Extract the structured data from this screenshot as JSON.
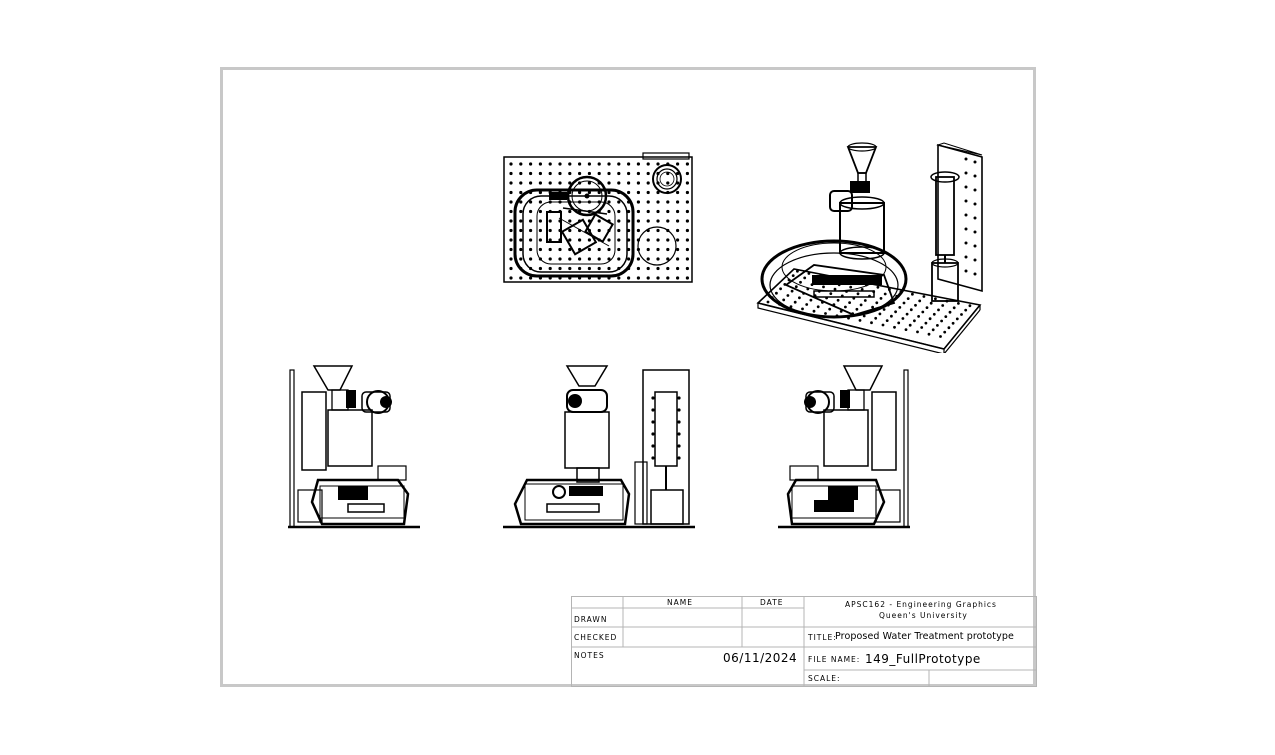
{
  "title_block": {
    "col_name": "NAME",
    "col_date": "DATE",
    "row_drawn": "DRAWN",
    "row_checked": "CHECKED",
    "row_notes": "NOTES",
    "date_value": "06/11/2024",
    "course": "APSC162 - Engineering Graphics",
    "university": "Queen's University",
    "title_label": "TITLE:",
    "title_value": "Proposed Water Treatment prototype",
    "file_label": "FILE NAME:",
    "file_value": "149_FullPrototype",
    "scale_label": "SCALE:"
  },
  "views": {
    "top": "top-view",
    "isometric": "isometric-view",
    "left": "left-side-view",
    "front": "front-view",
    "right": "right-side-view"
  },
  "colors": {
    "border": "#c8c8c8",
    "line": "#000000"
  }
}
